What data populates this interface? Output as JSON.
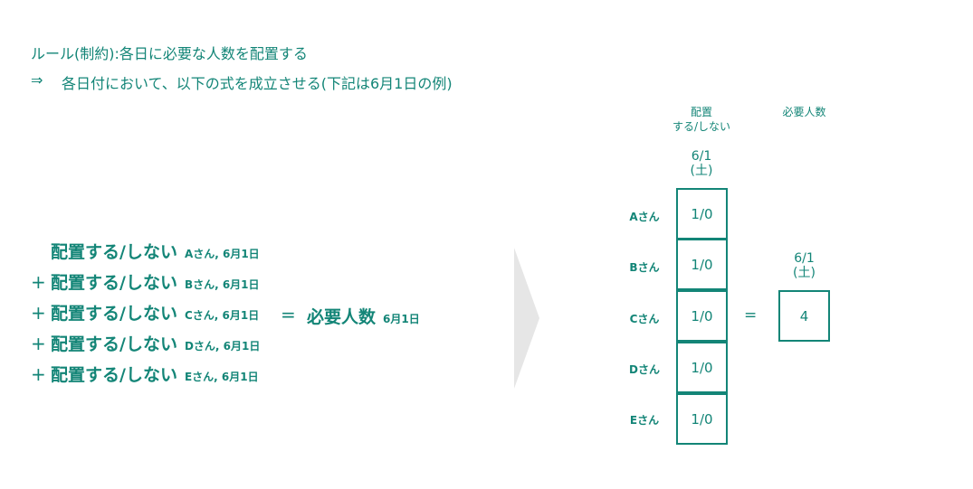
{
  "rule": {
    "line1": "ルール(制約):各日に必要な人数を配置する",
    "arrow": "⇒",
    "line2": "各日付において、以下の式を成立させる(下記は6月1日の例)"
  },
  "equation": {
    "term_label": "配置する/しない",
    "plus": "+",
    "rows": [
      {
        "plus": "",
        "sub": "Aさん, 6月1日"
      },
      {
        "plus": "+",
        "sub": "Bさん, 6月1日"
      },
      {
        "plus": "+",
        "sub": "Cさん, 6月1日"
      },
      {
        "plus": "+",
        "sub": "Dさん, 6月1日"
      },
      {
        "plus": "+",
        "sub": "Eさん, 6月1日"
      }
    ],
    "equals": "=",
    "rhs_label": "必要人数",
    "rhs_sub": "6月1日"
  },
  "matrix": {
    "header_assign_line1": "配置",
    "header_assign_line2": "する/しない",
    "header_required": "必要人数",
    "date_line1": "6/1",
    "date_line2": "(土)",
    "people": [
      "Aさん",
      "Bさん",
      "Cさん",
      "Dさん",
      "Eさん"
    ],
    "cells": [
      "1/0",
      "1/0",
      "1/0",
      "1/0",
      "1/0"
    ],
    "equals": "=",
    "required_value": "4"
  },
  "colors": {
    "accent": "#138577",
    "arrow": "#e6e6e6"
  }
}
